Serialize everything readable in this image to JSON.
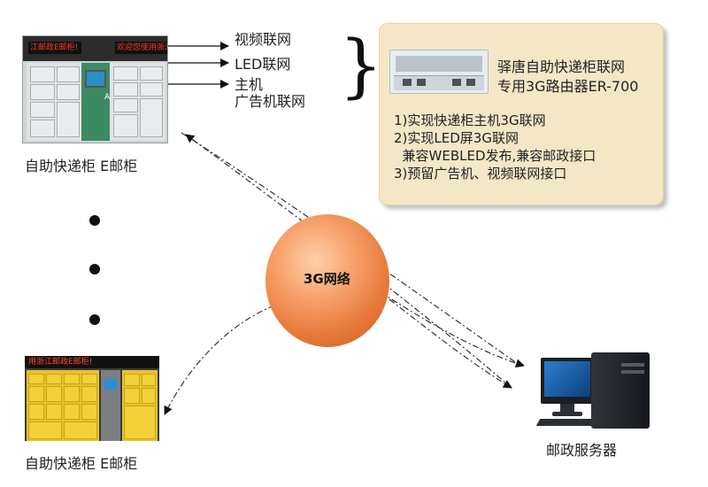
{
  "locker_top": {
    "led_left": "江邮政E邮柜!",
    "led_right": "欢迎您使用浙江",
    "kiosk_letter": "A",
    "caption": "自助快递柜  E邮柜"
  },
  "locker_bottom": {
    "led_text": "用浙江邮政E邮柜!",
    "caption": "自助快递柜  E邮柜"
  },
  "networks": [
    "视频联网",
    "LED联网",
    "主机",
    "广告机联网"
  ],
  "brace": "}",
  "panel": {
    "title_line1": "驿唐自助快递柜联网",
    "title_line2": "专用3G路由器ER-700",
    "features": [
      "1)实现快递柜主机3G联网",
      "2)实现LED屏3G联网",
      "  兼容WEBLED发布,兼容邮政接口",
      "3)预留广告机、视频联网接口"
    ]
  },
  "globe_label": "3G网络",
  "server_caption": "邮政服务器",
  "colors": {
    "panel_bg": "#f3e7c6",
    "globe": "#e77a3a",
    "locker_yellow": "#e7c22a",
    "led_red": "#ff3b1f"
  }
}
